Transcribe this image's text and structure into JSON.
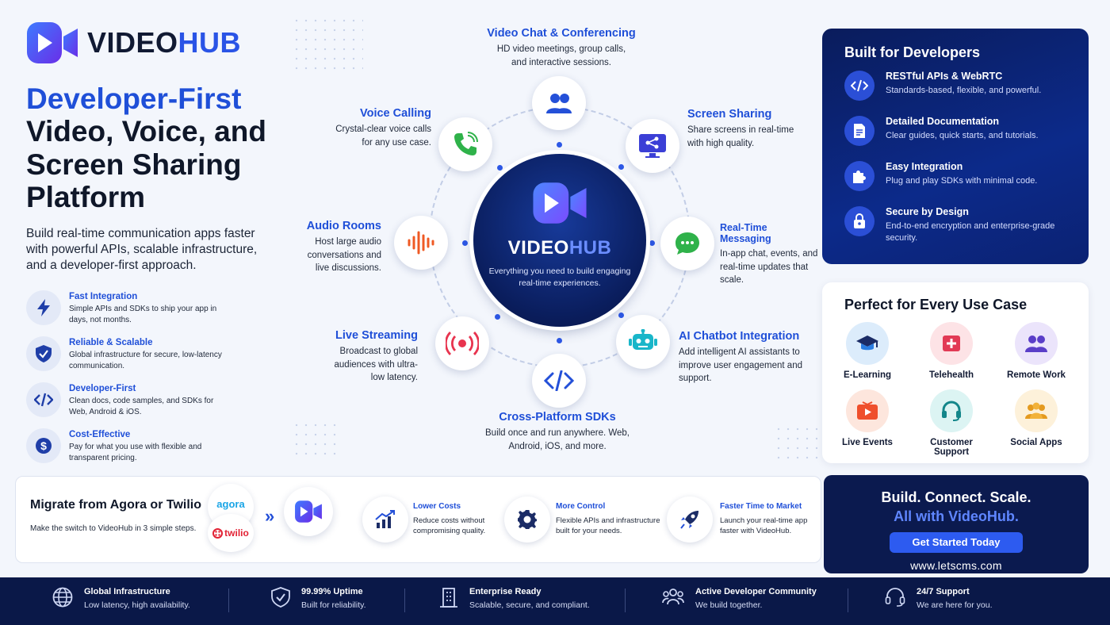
{
  "brand": {
    "word_a": "VIDEO",
    "word_b": "HUB"
  },
  "hero": {
    "headline_blue": "Developer-First",
    "headline_dark": "Video, Voice, and Screen Sharing Platform",
    "tagline": "Build real-time communication apps faster with powerful APIs, scalable infrastructure, and a developer-first approach."
  },
  "features": [
    {
      "title": "Fast Integration",
      "desc": "Simple APIs and SDKs to ship your app in days, not months.",
      "icon": "lightning-icon"
    },
    {
      "title": "Reliable & Scalable",
      "desc": "Global infrastructure for secure, low-latency communication.",
      "icon": "shield-check-icon"
    },
    {
      "title": "Developer-First",
      "desc": "Clean docs, code samples, and SDKs for Web, Android & iOS.",
      "icon": "code-icon"
    },
    {
      "title": "Cost-Effective",
      "desc": "Pay for what you use with flexible and transparent pricing.",
      "icon": "dollar-icon"
    }
  ],
  "hub": {
    "word_a": "VIDEO",
    "word_b": "HUB",
    "subtitle": "Everything you need to build engaging real-time experiences."
  },
  "capabilities": [
    {
      "title": "Video Chat & Conferencing",
      "desc": "HD video meetings, group calls, and interactive sessions.",
      "icon": "users-icon"
    },
    {
      "title": "Screen Sharing",
      "desc": "Share screens in real-time with high quality.",
      "icon": "screen-share-icon"
    },
    {
      "title": "Real-Time Messaging",
      "desc": "In-app chat, events, and real-time updates that scale.",
      "icon": "chat-icon"
    },
    {
      "title": "AI Chatbot Integration",
      "desc": "Add intelligent AI assistants to improve user engagement and support.",
      "icon": "robot-icon"
    },
    {
      "title": "Cross-Platform SDKs",
      "desc": "Build once and run anywhere. Web, Android, iOS, and more.",
      "icon": "code-icon"
    },
    {
      "title": "Live Streaming",
      "desc": "Broadcast to global audiences with ultra-low latency.",
      "icon": "broadcast-icon"
    },
    {
      "title": "Audio Rooms",
      "desc": "Host large audio conversations and live discussions.",
      "icon": "audio-wave-icon"
    },
    {
      "title": "Voice Calling",
      "desc": "Crystal-clear voice calls for any use case.",
      "icon": "phone-icon"
    }
  ],
  "developers": {
    "heading": "Built for Developers",
    "items": [
      {
        "title": "RESTful APIs & WebRTC",
        "desc": "Standards-based, flexible, and powerful.",
        "icon": "code-icon"
      },
      {
        "title": "Detailed Documentation",
        "desc": "Clear guides, quick starts, and tutorials.",
        "icon": "document-icon"
      },
      {
        "title": "Easy Integration",
        "desc": "Plug and play SDKs with minimal code.",
        "icon": "puzzle-icon"
      },
      {
        "title": "Secure by Design",
        "desc": "End-to-end encryption and enterprise-grade security.",
        "icon": "lock-icon"
      }
    ]
  },
  "use_cases": {
    "heading": "Perfect for Every Use Case",
    "items": [
      {
        "label": "E-Learning",
        "icon": "graduation-cap-icon",
        "bg": "#dcecfb"
      },
      {
        "label": "Telehealth",
        "icon": "medical-icon",
        "bg": "#fde3e6"
      },
      {
        "label": "Remote Work",
        "icon": "team-icon",
        "bg": "#ebe4fb"
      },
      {
        "label": "Live Events",
        "icon": "play-icon",
        "bg": "#fde6dd"
      },
      {
        "label": "Customer Support",
        "icon": "headset-icon",
        "bg": "#dcf4f3"
      },
      {
        "label": "Social Apps",
        "icon": "group-icon",
        "bg": "#fdf1da"
      }
    ]
  },
  "migrate": {
    "heading": "Migrate from Agora or Twilio",
    "sub": "Make the switch to VideoHub in 3 simple steps.",
    "agora": "agora",
    "twilio": "twilio",
    "arrow": "»",
    "benefits": [
      {
        "title": "Lower Costs",
        "desc": "Reduce costs without compromising quality.",
        "icon": "chart-up-icon"
      },
      {
        "title": "More Control",
        "desc": "Flexible APIs and infrastructure built for your needs.",
        "icon": "gear-icon"
      },
      {
        "title": "Faster Time to Market",
        "desc": "Launch your real-time app faster with VideoHub.",
        "icon": "rocket-icon"
      }
    ]
  },
  "cta": {
    "line1": "Build. Connect. Scale.",
    "line2": "All with VideoHub.",
    "button": "Get Started Today",
    "url": "www.letscms.com"
  },
  "footer": [
    {
      "title": "Global Infrastructure",
      "desc": "Low latency, high availability.",
      "icon": "globe-icon"
    },
    {
      "title": "99.99% Uptime",
      "desc": "Built for reliability.",
      "icon": "shield-check-icon"
    },
    {
      "title": "Enterprise Ready",
      "desc": "Scalable, secure, and compliant.",
      "icon": "building-icon"
    },
    {
      "title": "Active Developer Community",
      "desc": "We build together.",
      "icon": "community-icon"
    },
    {
      "title": "24/7 Support",
      "desc": "We are here for you.",
      "icon": "headset-icon"
    }
  ],
  "colors": {
    "primary": "#1f4fd8",
    "navy": "#0a1848",
    "accent": "#5f86ff"
  }
}
